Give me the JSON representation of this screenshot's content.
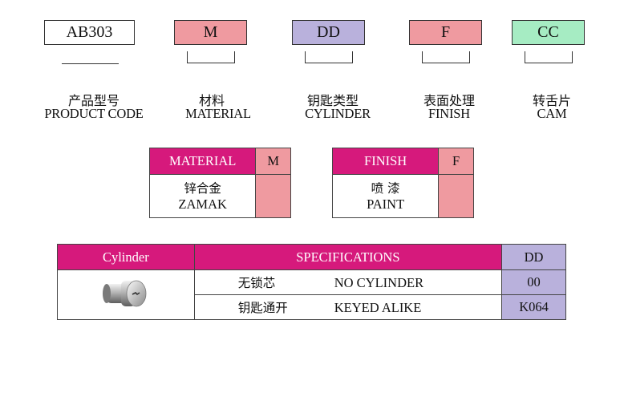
{
  "codes": [
    {
      "code": "AB303",
      "label_cn": "产品型号",
      "label_en": "PRODUCT CODE",
      "color": "#ffffff"
    },
    {
      "code": "M",
      "label_cn": "材料",
      "label_en": "MATERIAL",
      "color": "#ef9aa0"
    },
    {
      "code": "DD",
      "label_cn": "钥匙类型",
      "label_en": "CYLINDER",
      "color": "#b9b1dc"
    },
    {
      "code": "F",
      "label_cn": "表面处理",
      "label_en": "FINISH",
      "color": "#ef9aa0"
    },
    {
      "code": "CC",
      "label_cn": "转舌片",
      "label_en": "CAM",
      "color": "#a6ecc3"
    }
  ],
  "material_table": {
    "header": "MATERIAL",
    "code_header": "M",
    "row_cn": "锌合金",
    "row_en": "ZAMAK"
  },
  "finish_table": {
    "header": "FINISH",
    "code_header": "F",
    "row_cn": "喷 漆",
    "row_en": "PAINT"
  },
  "cylinder_table": {
    "col1_header": "Cylinder",
    "col2_header": "SPECIFICATIONS",
    "col3_header": "DD",
    "rows": [
      {
        "cn": "无锁芯",
        "en": "NO CYLINDER",
        "code": "00"
      },
      {
        "cn": "钥匙通开",
        "en": "KEYED ALIKE",
        "code": "K064"
      }
    ]
  },
  "colors": {
    "magenta": "#d6197c",
    "pink": "#ef9aa0",
    "lavender": "#b9b1dc",
    "mint": "#a6ecc3"
  }
}
